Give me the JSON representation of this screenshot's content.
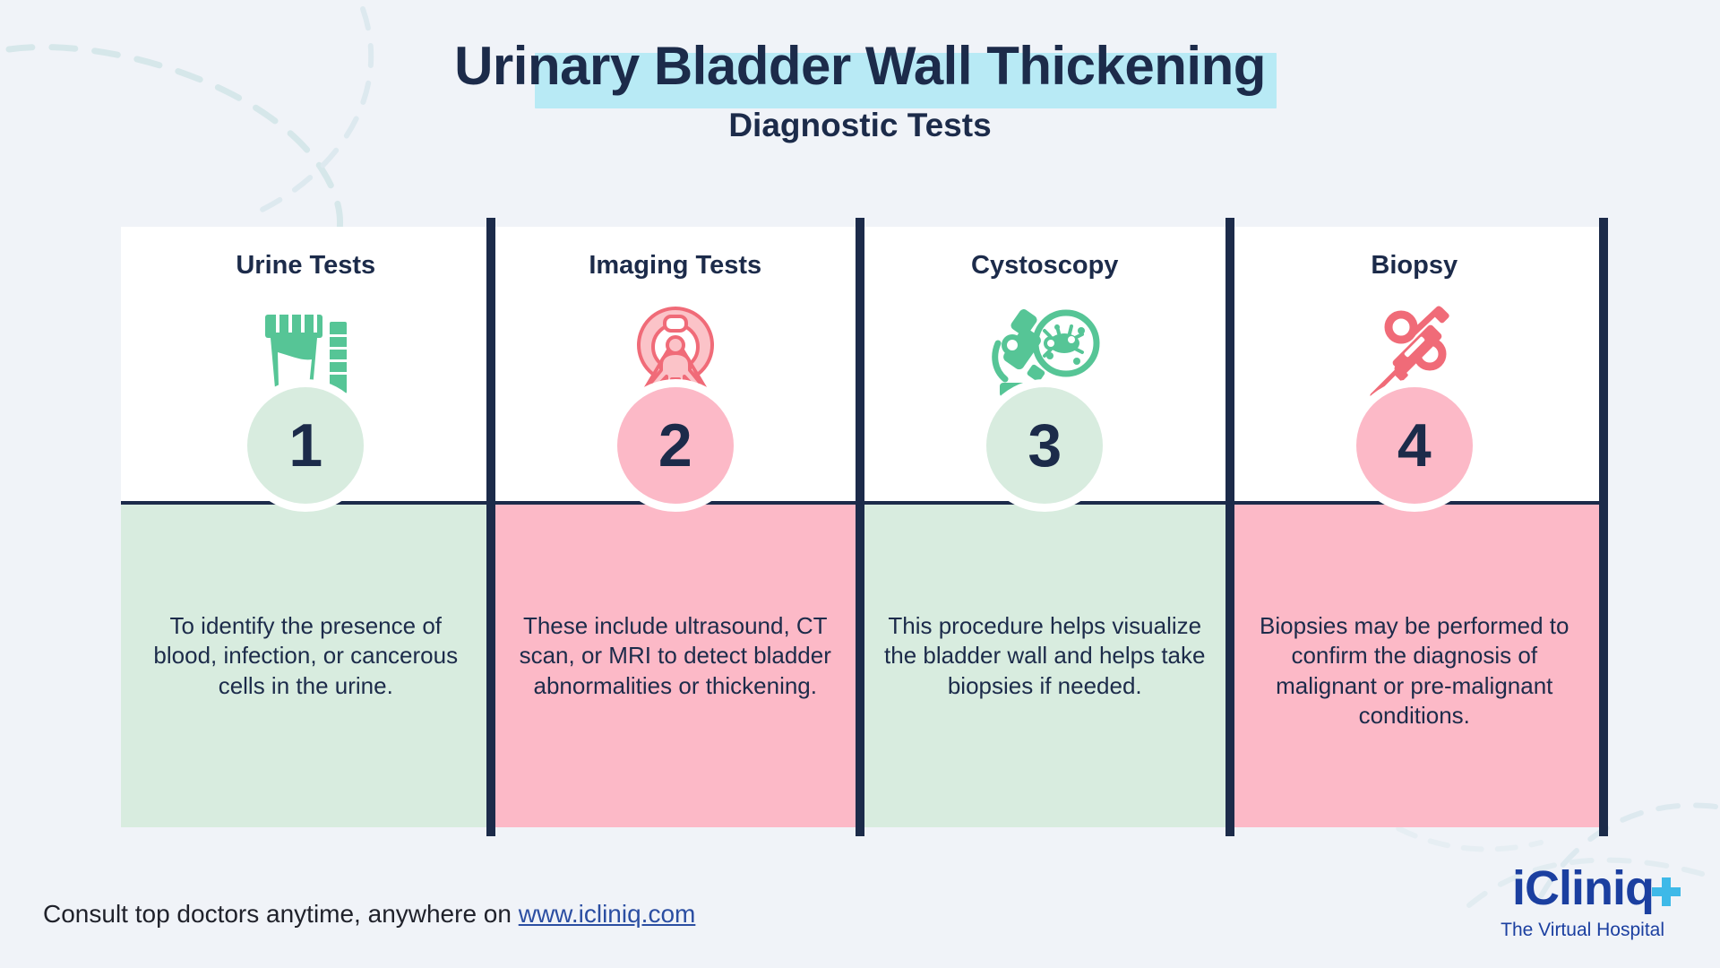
{
  "header": {
    "title": "Urinary Bladder Wall Thickening",
    "subtitle": "Diagnostic Tests",
    "highlight_color": "#b8eaf5",
    "text_color": "#1c2b4a"
  },
  "theme": {
    "page_background": "#f0f3f8",
    "card_background": "#ffffff",
    "green_panel": "#d8ecdf",
    "pink_panel": "#fcb9c7",
    "divider": "#1c2b4a",
    "green_icon": "#56c596",
    "pink_icon": "#f06b78",
    "pink_icon_light": "#f9b8bf"
  },
  "cards": [
    {
      "number": "1",
      "title": "Urine Tests",
      "icon": "urine-sample-cup-icon",
      "accent": "green",
      "description": "To identify the presence of blood, infection, or cancerous cells in the urine."
    },
    {
      "number": "2",
      "title": "Imaging Tests",
      "icon": "ct-scanner-icon",
      "accent": "pink",
      "description": "These include ultrasound, CT scan, or MRI to detect bladder abnormalities or thickening."
    },
    {
      "number": "3",
      "title": "Cystoscopy",
      "icon": "microscope-petri-dish-icon",
      "accent": "green",
      "description": "This procedure helps visualize the bladder wall and helps take biopsies if needed."
    },
    {
      "number": "4",
      "title": "Biopsy",
      "icon": "biopsy-needle-icon",
      "accent": "pink",
      "description": "Biopsies may be performed to confirm the diagnosis of malignant or pre-malignant conditions."
    }
  ],
  "footer": {
    "text": "Consult top doctors anytime, anywhere on ",
    "url": "www.icliniq.com"
  },
  "logo": {
    "name_i": "i",
    "name_rest": "Cliniq",
    "tagline": "The Virtual Hospital",
    "brand_color": "#1b3fa0",
    "cross_color": "#3eb9e8"
  }
}
